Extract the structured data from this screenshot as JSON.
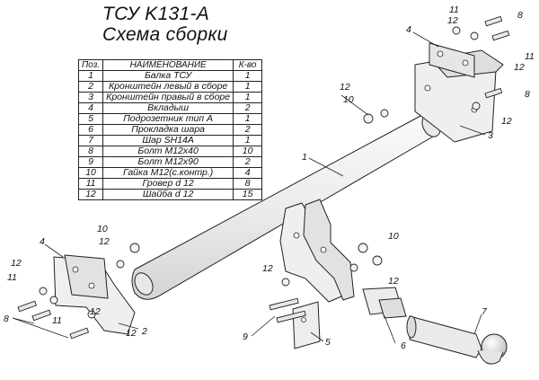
{
  "title": {
    "line1": "ТСУ K131-А",
    "line2": "Схема сборки"
  },
  "bom": {
    "headers": [
      "Поз.",
      "НАИМЕНОВАНИЕ",
      "К-во"
    ],
    "rows": [
      {
        "pos": "1",
        "name": "Балка ТСУ",
        "qty": "1"
      },
      {
        "pos": "2",
        "name": "Кронштейн левый в сборе",
        "qty": "1"
      },
      {
        "pos": "3",
        "name": "Кронштейн правый в сборе",
        "qty": "1"
      },
      {
        "pos": "4",
        "name": "Вкладыш",
        "qty": "2"
      },
      {
        "pos": "5",
        "name": "Подрозетник тип А",
        "qty": "1"
      },
      {
        "pos": "6",
        "name": "Прокладка шара",
        "qty": "2"
      },
      {
        "pos": "7",
        "name": "Шар SH14A",
        "qty": "1"
      },
      {
        "pos": "8",
        "name": "Болт М12х40",
        "qty": "10"
      },
      {
        "pos": "9",
        "name": "Болт М12х90",
        "qty": "2"
      },
      {
        "pos": "10",
        "name": "Гайка М12(с.контр.)",
        "qty": "4"
      },
      {
        "pos": "11",
        "name": "Гровер d 12",
        "qty": "8"
      },
      {
        "pos": "12",
        "name": "Шайба d 12",
        "qty": "15"
      }
    ]
  },
  "callouts": {
    "c1": "1",
    "c2": "2",
    "c3": "3",
    "c4_top": "4",
    "c4_left": "4",
    "c5": "5",
    "c6": "6",
    "c7": "7",
    "c8_top": "8",
    "c8_right": "8",
    "c8_left": "8",
    "c9": "9",
    "c10_top": "10",
    "c10_left": "10",
    "c10_right": "10",
    "c11_top": "11",
    "c11_right": "11",
    "c11_left": "11",
    "c11_left2": "11",
    "c12_top": "12",
    "c12_topleft": "12",
    "c12_right": "12",
    "c12_right2": "12",
    "c12_mid": "12",
    "c12_left": "12",
    "c12_left2": "12",
    "c12_left3": "12",
    "c12_bolt": "12",
    "c12_low": "12"
  },
  "colors": {
    "line": "#222222",
    "metal": "#f2f2f2",
    "metal_shade": "#d9d9d9",
    "metal_dark": "#bdbdbd"
  }
}
